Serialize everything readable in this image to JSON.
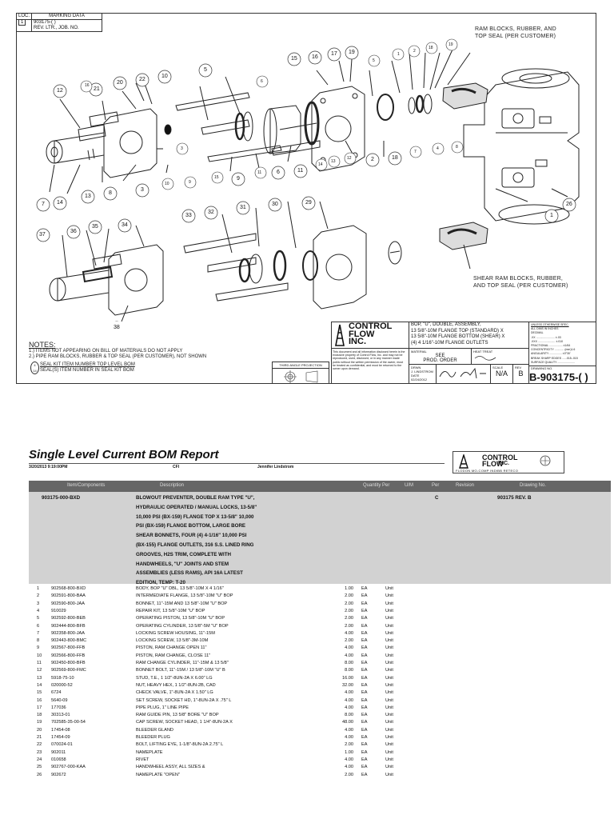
{
  "drawing": {
    "loc_table": {
      "loc_header": "LOC.",
      "marking_header": "MARKING DATA",
      "loc_value": "1",
      "marking_line1": "903175-( )",
      "marking_line2": "REV. LTR., JOB. NO."
    },
    "callouts": {
      "ram_blocks": [
        "RAM BLOCKS, RUBBER, AND",
        "TOP SEAL (PER CUSTOMER)"
      ],
      "shear_blocks": [
        "SHEAR RAM BLOCKS, RUBBER,",
        "AND TOP SEAL (PER CUSTOMER)"
      ]
    },
    "notes": {
      "header": "NOTES:",
      "line1": "1.) ITEMS NOT APPEARING ON BILL OF MATERIALS DO NOT APPLY",
      "line2": "2.) PIPE RAM BLOCKS, RUBBER & TOP SEAL (PER CUSTOMER), NOT SHOWN",
      "legend1": "SEAL KIT ITEM NUMBER TOP LEVEL BOM",
      "legend2": "SEAL(S) ITEM NUMBER IN SEAL KIT BOM",
      "legend_top": "4",
      "legend_bot": "14"
    },
    "title_block": {
      "company": [
        "CONTROL",
        "FLOW",
        "INC."
      ],
      "description": [
        "BOP, \"U\", DOUBLE, ASSEMBLY,",
        "13 5/8\"-10M FLANGE TOP (STANDARD) X",
        "13 5/8\"-10M FLANGE BOTTOM (SHEAR) X",
        "(4) 4 1/16\"-10M FLANGE OUTLETS"
      ],
      "tolerance_head": "UNLESS OTHERWISE SPEC.",
      "tolerance_lines": [
        "ALL DIMS IN INCHES",
        "DECIMAL",
        ".XX ........................ ±.03",
        ".XXX ...................... ±.010",
        "FRACTIONAL ................. ±1/64",
        "CONCENTRICITY ............ (mm)1.6",
        "ANGULARITY ................ ±0°30'",
        "BREAK SHARP EDGES ......015-.015",
        "SURFACE QUALITY ......................"
      ],
      "proprietary": "This document and all information disclosed herein is the exclusive property of Control Flow, Inc. and may not be reproduced, used, disclosed, or in any manner made public without the written permission of the owner, must be treated as confidential, and must be returned to the owner upon demand.",
      "material_label": "MATERIAL",
      "material_value": [
        "SEE",
        "PROD. ORDER"
      ],
      "heat_treat_label": "HEAT TREAT",
      "drwn_label": "DRWN",
      "drwn_value": "J. LINDSTROM",
      "date_label": "DATE",
      "date_value": "02/24/2012",
      "scale_label": "SCALE",
      "scale_value": "N/A",
      "rev_label": "REV",
      "rev_value": "B",
      "drawing_no_label": "DRAWING NO.",
      "drawing_no": "B-903175-( )",
      "projection": "THIRD ANGLE PROJECTION"
    },
    "balloons": {
      "b1": "1",
      "b2": "2",
      "b3": "3",
      "b5": "5",
      "b6": "6",
      "b7": "7",
      "b8": "8",
      "b9": "9",
      "b10": "10",
      "b11": "11",
      "b12": "12",
      "b13": "13",
      "b14": "14",
      "b15": "15",
      "b16": "16",
      "b17": "17",
      "b18": "18",
      "b19": "19",
      "b20": "20",
      "b21": "21",
      "b22": "22",
      "b26": "26",
      "b29": "29",
      "b30": "30",
      "b31": "31",
      "b32": "32",
      "b33": "33",
      "b34": "34",
      "b35": "35",
      "b36": "36",
      "b37": "37",
      "b38": "38",
      "s4": "4",
      "s_16": "16",
      "s_3": "3",
      "s_5": "5",
      "s_1": "1",
      "s_2": "2",
      "s_18": "18",
      "s_19": "19",
      "s_6": "6",
      "s_13": "13",
      "s_12": "12",
      "s_10": "10",
      "s_9": "9",
      "s_15": "15",
      "s_11": "11",
      "s_14": "14",
      "s_7": "7",
      "s_8": "8"
    }
  },
  "bom": {
    "title": "Single Level Current BOM Report",
    "date": "3/20/2013   9:19:00PM",
    "cfi": "CFI",
    "user": "Jennifer Lindstrom",
    "logo": [
      "CONTROL",
      "FLOW",
      "INC."
    ],
    "logo_sub": "FLODON  MO-COMP  INDIBB  RETECO",
    "headers": {
      "item": "Item/Components",
      "desc": "Description",
      "qty": "Quantity Per",
      "uom": "U/M",
      "per": "Per",
      "rev": "Revision",
      "drawing": "Drawing No."
    },
    "assembly": {
      "number": "903175-000-BXD",
      "rev": "C",
      "drawing": "903175 REV. B",
      "lines": [
        "BLOWOUT PREVENTER, DOUBLE RAM TYPE \"U\",",
        "HYDRAULIC OPERATED / MANUAL LOCKS, 13-5/8\"",
        "10,000 PSI (BX-159) FLANGE TOP X 13-5/8\" 10,000",
        "PSI (BX-159) FLANGE BOTTOM, LARGE BORE",
        "SHEAR BONNETS, FOUR (4) 4-1/16\" 10,000 PSI",
        "(BX-155) FLANGE OUTLETS, 316 S.S. LINED RING",
        "GROOVES, H2S TRIM, COMPLETE WITH",
        "HANDWHEELS, \"U\" JOINTS AND STEM",
        "ASSEMBLIES (LESS RAMS), API 16A LATEST",
        "EDITION, TEMP: T-20"
      ]
    },
    "rows": [
      {
        "n": "1",
        "part": "902568-800-BXD",
        "desc": "BODY, BOP \"U\" DBL, 13 5/8\"-10M X 4 1/16\"",
        "qty": "1.00",
        "um": "EA",
        "per": "Unit"
      },
      {
        "n": "2",
        "part": "902591-800-BAA",
        "desc": "INTERMEDIATE FLANGE, 13 5/8\"-10M \"U\" BOP",
        "qty": "2.00",
        "um": "EA",
        "per": "Unit"
      },
      {
        "n": "3",
        "part": "902590-800-JAA",
        "desc": "BONNET, 11\"-15M AND 13 5/8\"-10M \"U\" BOP",
        "qty": "2.00",
        "um": "EA",
        "per": "Unit"
      },
      {
        "n": "4",
        "part": "910029",
        "desc": "REPAIR KIT, 13 5/8\"-10M \"U\" BOP",
        "qty": "2.00",
        "um": "EA",
        "per": "Unit"
      },
      {
        "n": "5",
        "part": "902592-800-BEB",
        "desc": "OPERATING PISTON, 13 5/8\"-10M \"U\" BOP",
        "qty": "2.00",
        "um": "EA",
        "per": "Unit"
      },
      {
        "n": "6",
        "part": "902444-800-BFB",
        "desc": "OPERATING CYLINDER, 13 5/8\"-5M \"U\" BOP",
        "qty": "2.00",
        "um": "EA",
        "per": "Unit"
      },
      {
        "n": "7",
        "part": "902358-800-JAA",
        "desc": "LOCKING SCREW HOUSING, 11\"-15M",
        "qty": "4.00",
        "um": "EA",
        "per": "Unit"
      },
      {
        "n": "8",
        "part": "902443-800-BMC",
        "desc": "LOCKING SCREW, 13 5/8\"-3M-10M",
        "qty": "2.00",
        "um": "EA",
        "per": "Unit"
      },
      {
        "n": "9",
        "part": "902567-800-FFB",
        "desc": "PISTON, RAM CHANGE OPEN 11\"",
        "qty": "4.00",
        "um": "EA",
        "per": "Unit"
      },
      {
        "n": "10",
        "part": "902566-800-FFB",
        "desc": "PISTON, RAM CHANGE, CLOSE 11\"",
        "qty": "4.00",
        "um": "EA",
        "per": "Unit"
      },
      {
        "n": "11",
        "part": "902450-800-BFB",
        "desc": "RAM CHANGE CYLINDER, 11\"-15M & 13 5/8\"",
        "qty": "8.00",
        "um": "EA",
        "per": "Unit"
      },
      {
        "n": "12",
        "part": "902569-800-FMC",
        "desc": "BONNET BOLT, 11\"-15M / 13 5/8\"-10M \"U\" B",
        "qty": "8.00",
        "um": "EA",
        "per": "Unit"
      },
      {
        "n": "13",
        "part": "5918-75-10",
        "desc": "STUD, T.E., 1 1/2\"-8UN-2A X 6.00\" LG",
        "qty": "16.00",
        "um": "EA",
        "per": "Unit"
      },
      {
        "n": "14",
        "part": "020000-52",
        "desc": "NUT, HEAVY HEX, 1 1/2\"-8UN-2B, CAD",
        "qty": "32.00",
        "um": "EA",
        "per": "Unit"
      },
      {
        "n": "15",
        "part": "6724",
        "desc": "CHECK VALVE, 1\"-8UN-2A X 1.50\" LG",
        "qty": "4.00",
        "um": "EA",
        "per": "Unit"
      },
      {
        "n": "16",
        "part": "5640-09",
        "desc": "SET SCREW, SOCKET HD, 1\"-8UN-2A X .75\" L",
        "qty": "4.00",
        "um": "EA",
        "per": "Unit"
      },
      {
        "n": "17",
        "part": "177036",
        "desc": "PIPE PLUG, 1\" LINE PIPE",
        "qty": "4.00",
        "um": "EA",
        "per": "Unit"
      },
      {
        "n": "18",
        "part": "30313-01",
        "desc": "RAM GUIDE PIN, 13 5/8\" BORE \"U\" BOP",
        "qty": "8.00",
        "um": "EA",
        "per": "Unit"
      },
      {
        "n": "19",
        "part": "702585-35-00-54",
        "desc": "CAP SCREW, SOCKET HEAD, 1 1/4\"-8UN-2A X",
        "qty": "48.00",
        "um": "EA",
        "per": "Unit"
      },
      {
        "n": "20",
        "part": "17454-08",
        "desc": "BLEEDER GLAND",
        "qty": "4.00",
        "um": "EA",
        "per": "Unit"
      },
      {
        "n": "21",
        "part": "17454-09",
        "desc": "BLEEDER PLUG",
        "qty": "4.00",
        "um": "EA",
        "per": "Unit"
      },
      {
        "n": "22",
        "part": "070024-01",
        "desc": "BOLT, LIFTING EYE, 1-1/8\"-8UN-2A 2.75\" L",
        "qty": "2.00",
        "um": "EA",
        "per": "Unit"
      },
      {
        "n": "23",
        "part": "902011",
        "desc": "NAMEPLATE",
        "qty": "1.00",
        "um": "EA",
        "per": "Unit"
      },
      {
        "n": "24",
        "part": "010658",
        "desc": "RIVET",
        "qty": "4.00",
        "um": "EA",
        "per": "Unit"
      },
      {
        "n": "25",
        "part": "902767-000-KAA",
        "desc": "HANDWHEEL ASSY, ALL SIZES &",
        "qty": "4.00",
        "um": "EA",
        "per": "Unit"
      },
      {
        "n": "26",
        "part": "902672",
        "desc": "NAMEPLATE \"OPEN\"",
        "qty": "2.00",
        "um": "EA",
        "per": "Unit"
      }
    ]
  }
}
